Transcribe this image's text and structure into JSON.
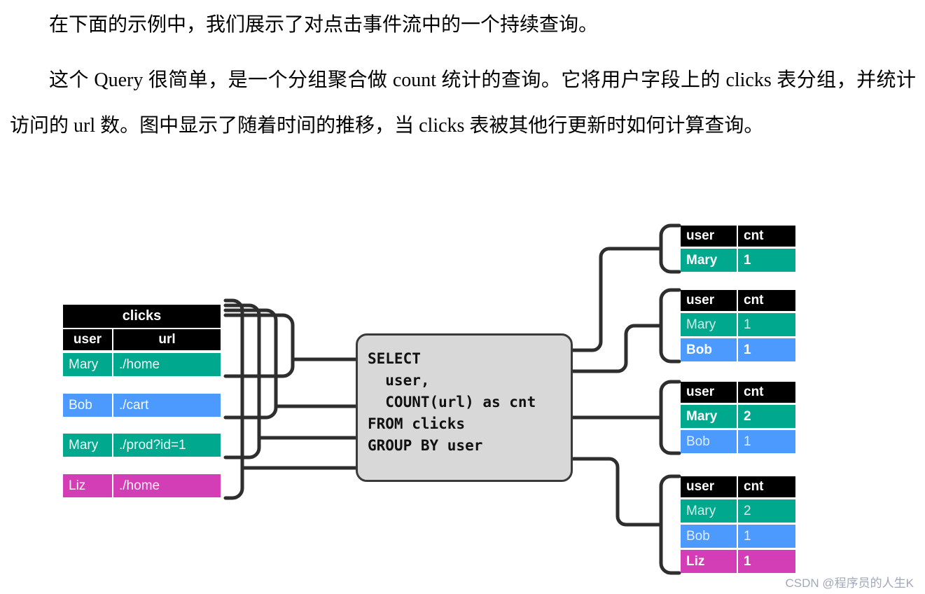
{
  "document": {
    "paragraph1": "在下面的示例中，我们展示了对点击事件流中的一个持续查询。",
    "paragraph2": "这个 Query 很简单，是一个分组聚合做 count 统计的查询。它将用户字段上的 clicks 表分组，并统计访问的 url 数。图中显示了随着时间的推移，当 clicks 表被其他行更新时如何计算查询。",
    "watermark": "CSDN @程序员的人生K"
  },
  "colors": {
    "row_teal": "#00A88E",
    "row_blue": "#4D9AFF",
    "row_magenta": "#D33DB5",
    "table_header": "#000000",
    "query_box_fill": "#D8D8D8",
    "connector_line": "#2E2E2E"
  },
  "diagram": {
    "source_table": {
      "title": "clicks",
      "columns": [
        "user",
        "url"
      ],
      "rows": [
        {
          "user": "Mary",
          "url": "./home",
          "color": "teal"
        },
        {
          "user": "Bob",
          "url": "./cart",
          "color": "blue"
        },
        {
          "user": "Mary",
          "url": "./prod?id=1",
          "color": "teal"
        },
        {
          "user": "Liz",
          "url": "./home",
          "color": "magenta"
        }
      ]
    },
    "query": {
      "sql": "SELECT\n  user,\n  COUNT(url) as cnt\nFROM clicks\nGROUP BY user"
    },
    "result_columns": [
      "user",
      "cnt"
    ],
    "result_tables": [
      {
        "rows": [
          {
            "user": "Mary",
            "cnt": "1",
            "color": "teal",
            "emphasis": "bold"
          }
        ]
      },
      {
        "rows": [
          {
            "user": "Mary",
            "cnt": "1",
            "color": "teal",
            "emphasis": "faded"
          },
          {
            "user": "Bob",
            "cnt": "1",
            "color": "blue",
            "emphasis": "bold"
          }
        ]
      },
      {
        "rows": [
          {
            "user": "Mary",
            "cnt": "2",
            "color": "teal",
            "emphasis": "bold"
          },
          {
            "user": "Bob",
            "cnt": "1",
            "color": "blue",
            "emphasis": "faded"
          }
        ]
      },
      {
        "rows": [
          {
            "user": "Mary",
            "cnt": "2",
            "color": "teal",
            "emphasis": "faded"
          },
          {
            "user": "Bob",
            "cnt": "1",
            "color": "blue",
            "emphasis": "faded"
          },
          {
            "user": "Liz",
            "cnt": "1",
            "color": "magenta",
            "emphasis": "bold"
          }
        ]
      }
    ]
  }
}
